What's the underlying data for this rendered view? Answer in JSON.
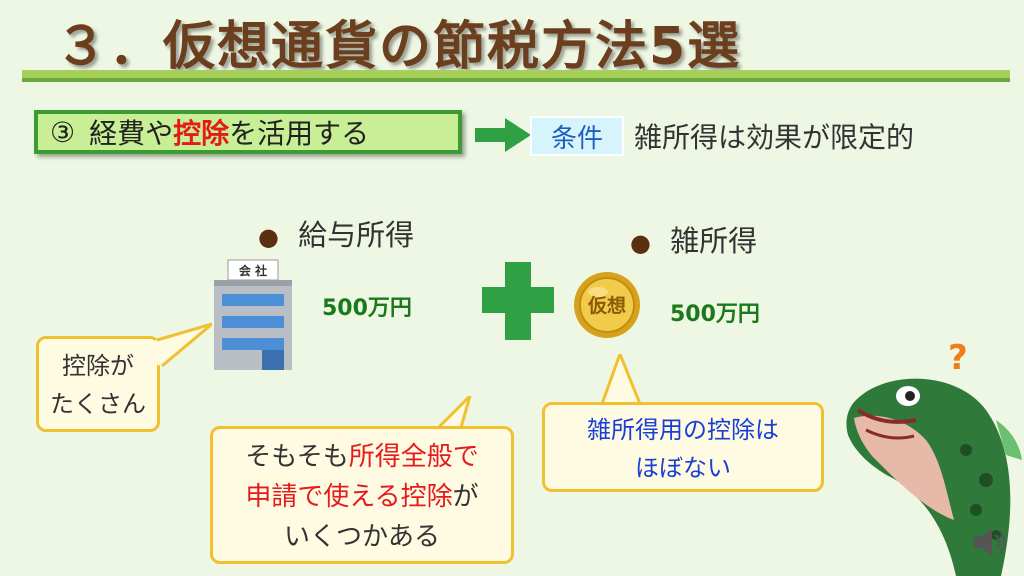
{
  "title": "３．仮想通貨の節税方法5選",
  "point": {
    "num": "③",
    "pre": "経費や",
    "highlight": "控除",
    "post": "を活用する"
  },
  "condition": {
    "label": "条件",
    "text": "雑所得は効果が限定的"
  },
  "left": {
    "bullet": "●",
    "label": "給与所得",
    "amount": "500万円",
    "building_sign": "会 社",
    "callout_lines": [
      "控除が",
      "たくさん"
    ]
  },
  "right": {
    "bullet": "●",
    "label": "雑所得",
    "amount": "500万円",
    "coin_text": "仮想",
    "callout_lines": [
      "雑所得用の控除は",
      "ほぼない"
    ]
  },
  "center_callout": {
    "line1_pre": "そもそも",
    "line1_highlight": "所得全般で",
    "line2_highlight": "申請で使える控除",
    "line2_post": "が",
    "line3": "いくつかある"
  },
  "fish": {
    "question_mark": "?"
  },
  "colors": {
    "background": "#eef7e3",
    "title": "#6b3e1e",
    "accent_green": "#2fa043",
    "highlight_red": "#e51b1b",
    "blue_text": "#1a3fd6",
    "callout_border": "#f0c030"
  },
  "icons": [
    "building-icon",
    "coin-icon",
    "plus-icon",
    "arrow-right-icon",
    "fish-icon",
    "speaker-icon"
  ]
}
